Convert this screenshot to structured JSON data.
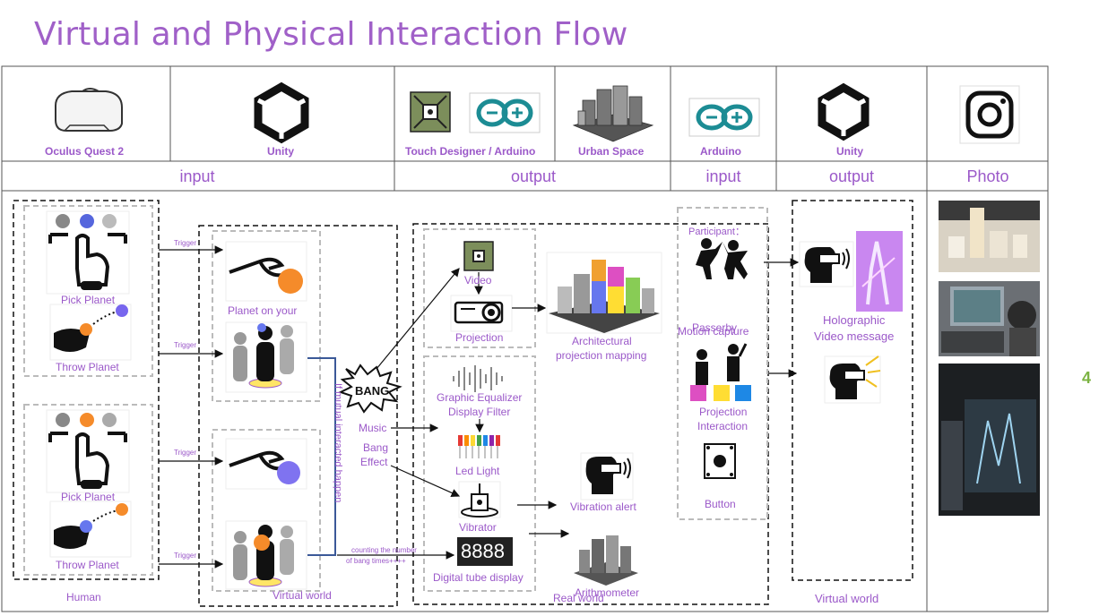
{
  "title": "Virtual and Physical Interaction Flow",
  "page_number": "4",
  "tools": {
    "oculus": "Oculus Quest 2",
    "unity1": "Unity",
    "td_arduino": "Touch Designer / Arduino",
    "urban": "Urban Space",
    "arduino": "Arduino",
    "unity2": "Unity"
  },
  "headers": {
    "input1": "input",
    "output1": "output",
    "input2": "input",
    "output2": "output",
    "photo": "Photo"
  },
  "human": {
    "pick_planet_1": "Pick  Planet",
    "throw_planet_1": "Throw Planet",
    "pick_planet_2": "Pick  Planet",
    "throw_planet_2": "Throw Planet",
    "footer": "Human"
  },
  "triggers": [
    "Trigger",
    "Trigger",
    "Trigger",
    "Trigger"
  ],
  "virtual": {
    "planet_on_your": "Planet on your",
    "vertical": "If mutual interacted happen",
    "footer": "Virtual world"
  },
  "bang": {
    "text": "BANG",
    "music": "Music",
    "bang_effect_1": "Bang",
    "bang_effect_2": "Effect",
    "counting_1": "counting the number",
    "counting_2": "of bang times++++"
  },
  "real": {
    "video": "Video",
    "projection": "Projection",
    "arch_1": "Architectural",
    "arch_2": "projection mapping",
    "eq_1": "Graphic Equalizer",
    "eq_2": "Display Filter",
    "led": "Led Light",
    "vibrator": "Vibrator",
    "vibration_alert": "Vibration alert",
    "digital_tube": "Digital tube display",
    "arithmometer": "Arithmometer",
    "footer": "Real world"
  },
  "arduino_col": {
    "participant": "Participant：",
    "passerby": "Passerby",
    "motion_capture": "Motion capture",
    "proj_inter_1": "Projection",
    "proj_inter_2": "Interaction",
    "button": "Button"
  },
  "unity_col": {
    "holo_1": "Holographic",
    "holo_2": "Video message",
    "footer": "Virtual world"
  },
  "digits": "8888"
}
